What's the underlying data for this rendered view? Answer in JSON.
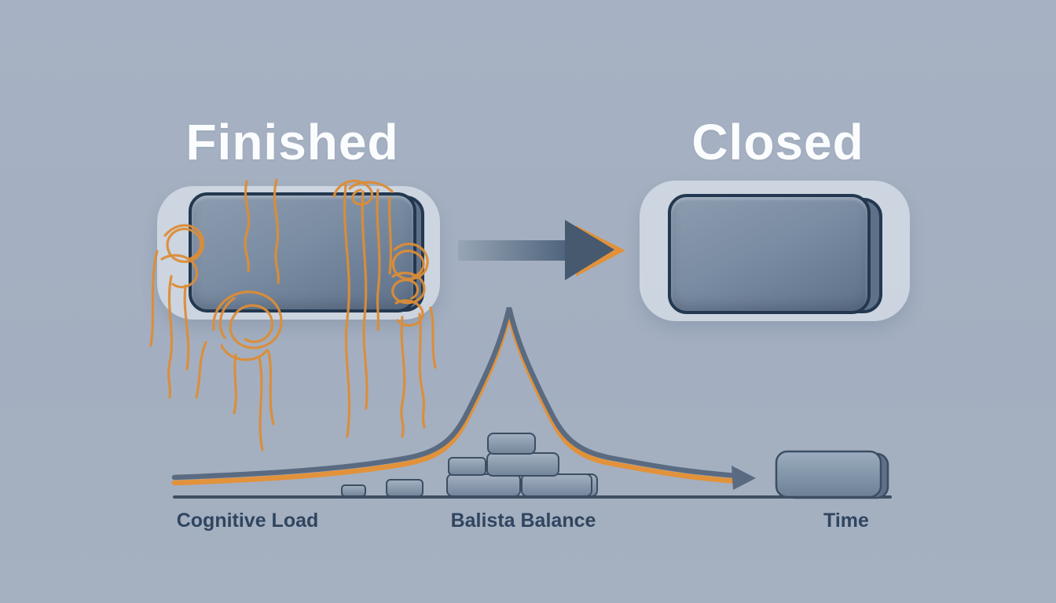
{
  "scene": {
    "background": "#a4b0c0",
    "description": "Conceptual illustration comparing a Finished task card with loose threads to a Closed clean card, above a cognitive-load curve over time"
  },
  "left_panel": {
    "title": "Finished"
  },
  "right_panel": {
    "title": "Closed"
  },
  "labels": {
    "left": "Cognitive Load",
    "middle": "Balista Balance",
    "right": "Time"
  },
  "icons": {
    "transition_arrow": "arrow-right",
    "curve_arrow": "arrow-right"
  },
  "colors": {
    "accent_orange": "#e0913a",
    "curve_blue": "#5a6b81",
    "card_border": "#233850",
    "card_fill_top": "#8c9cb0",
    "card_fill_bottom": "#5f7189",
    "tray": "#d2dae4",
    "label_text": "#30455f",
    "title_text": "#fbfcfd",
    "axis": "#3e4e60",
    "thread_orange": "#dd8d36"
  }
}
